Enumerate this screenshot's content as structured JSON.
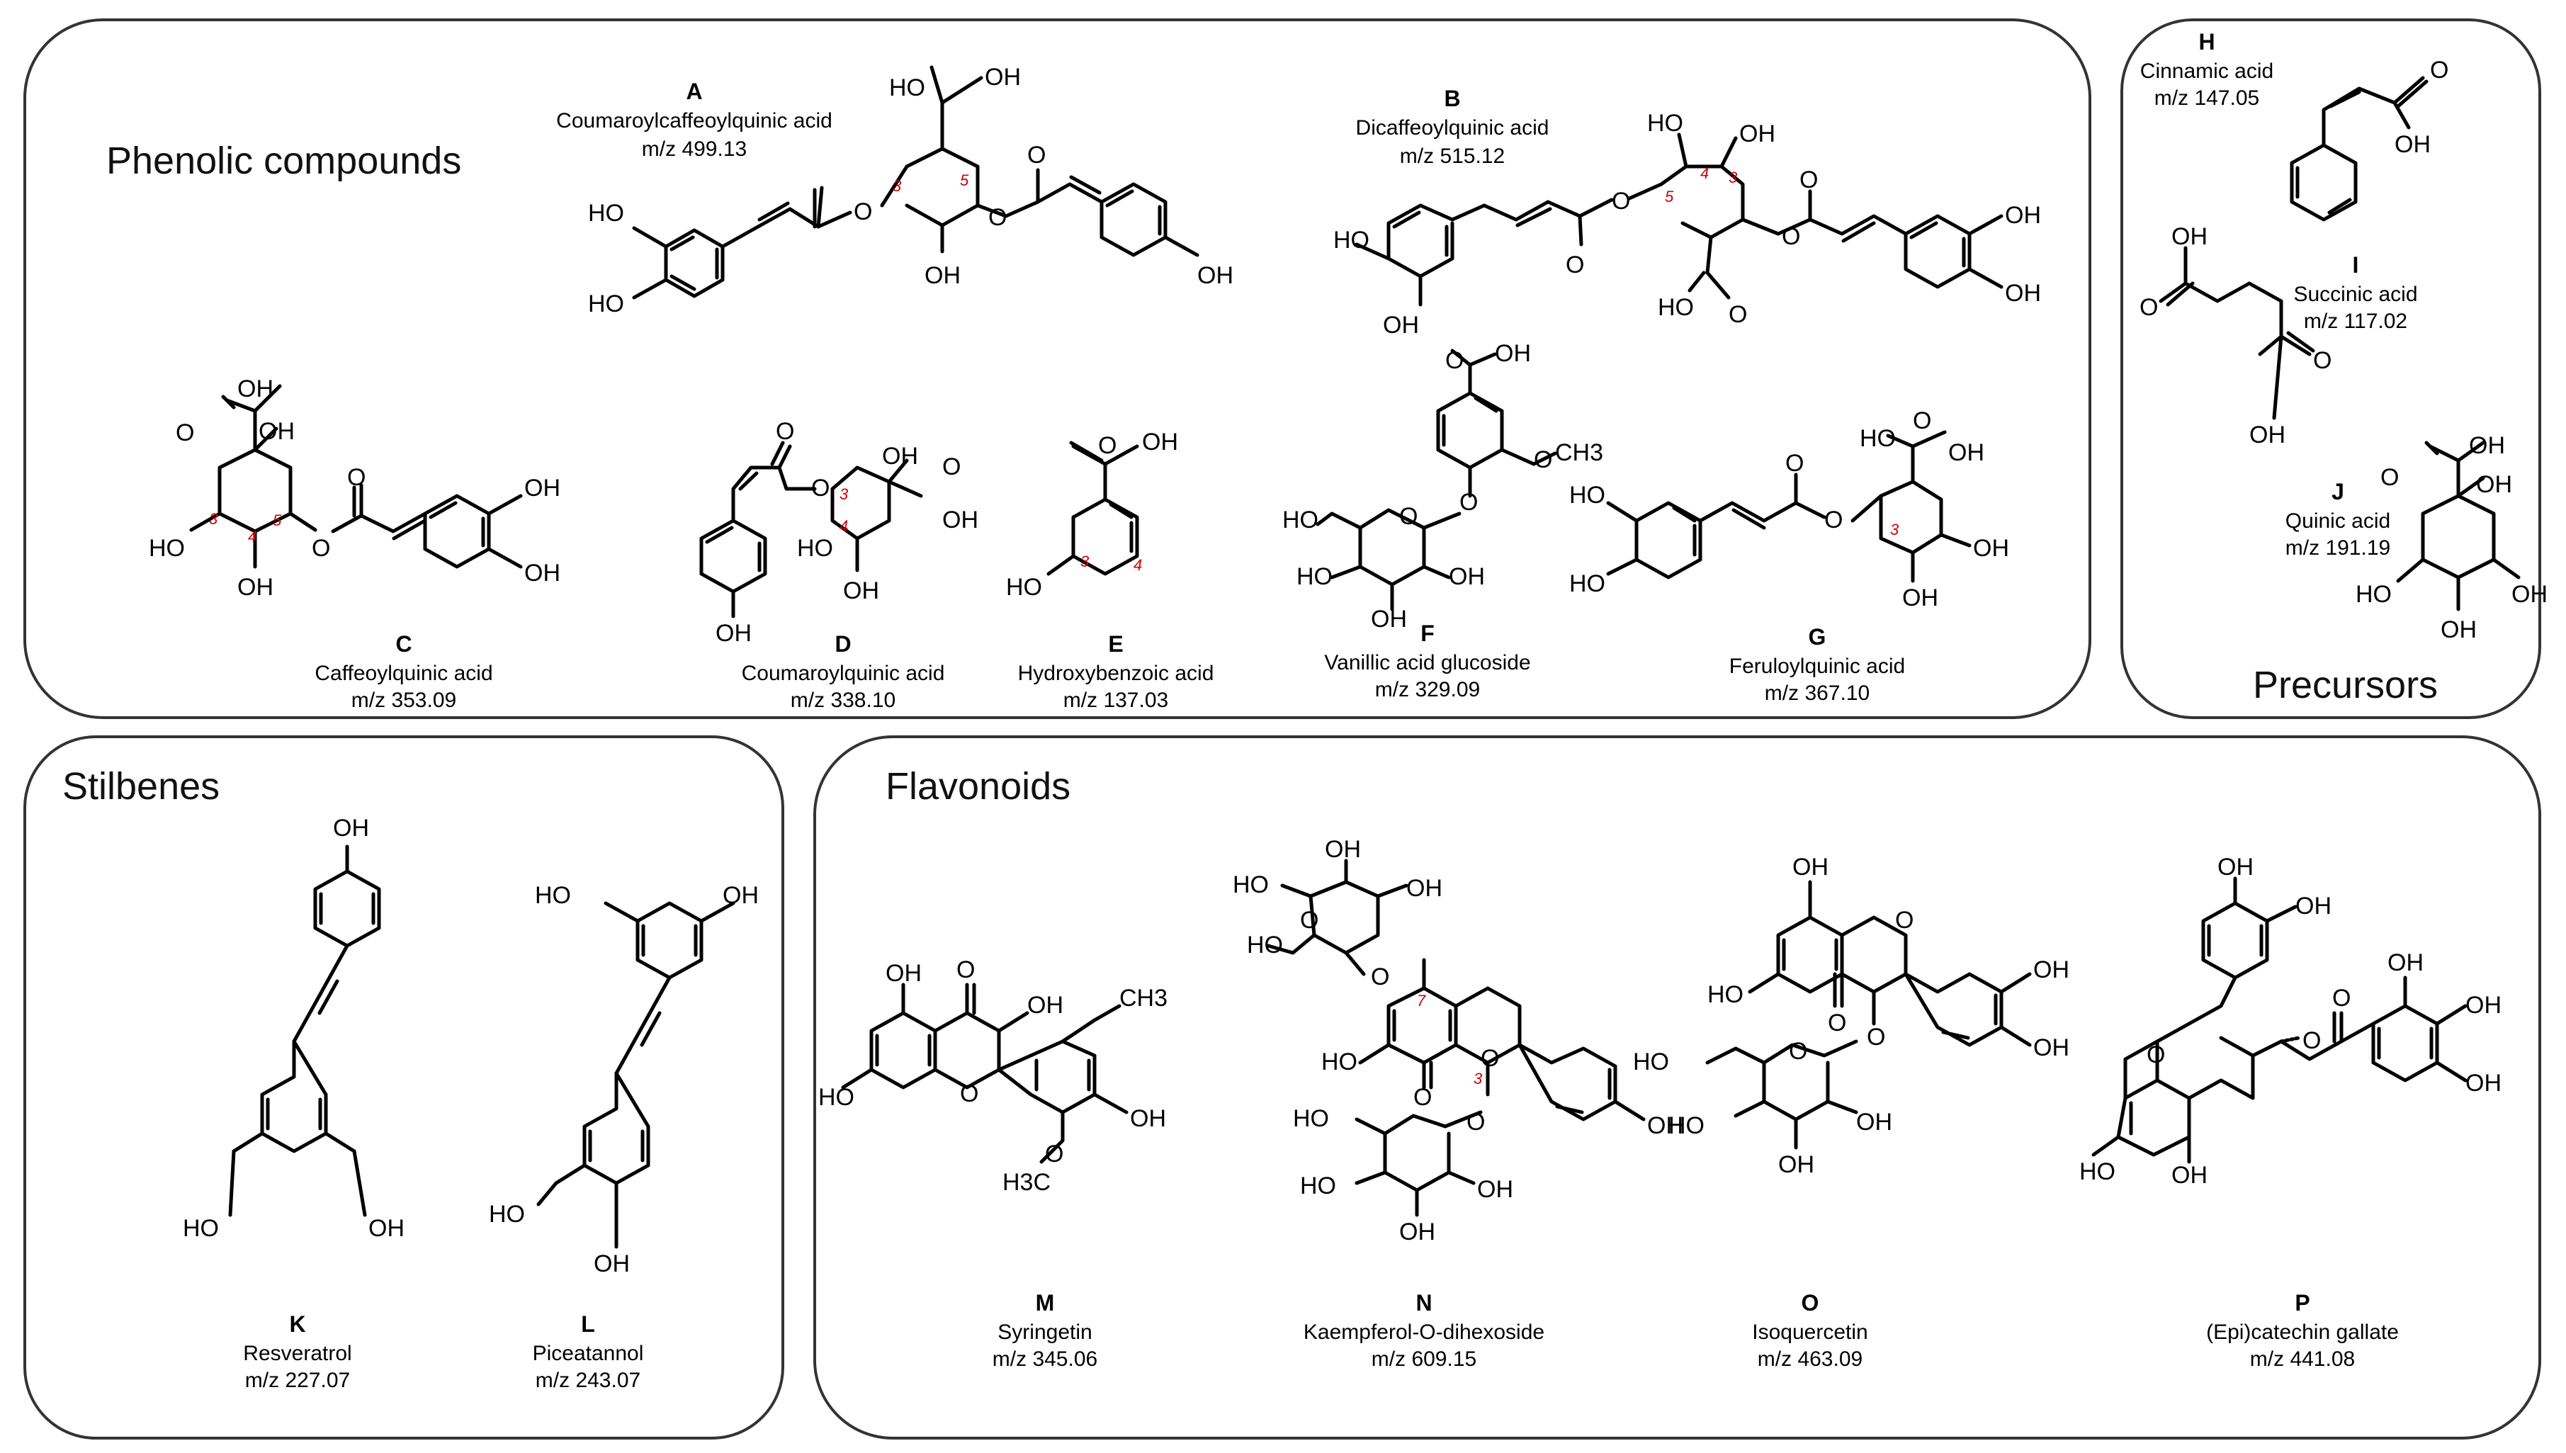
{
  "panels": {
    "phenolic": {
      "title": "Phenolic compounds"
    },
    "precursors": {
      "title": "Precursors"
    },
    "stilbenes": {
      "title": "Stilbenes"
    },
    "flavonoids": {
      "title": "Flavonoids"
    }
  },
  "compounds": {
    "A": {
      "letter": "A",
      "name": "Coumaroylcaffeoylquinic acid",
      "mz": "m/z 499.13"
    },
    "B": {
      "letter": "B",
      "name": "Dicaffeoylquinic acid",
      "mz": "m/z 515.12"
    },
    "C": {
      "letter": "C",
      "name": "Caffeoylquinic acid",
      "mz": "m/z 353.09"
    },
    "D": {
      "letter": "D",
      "name": "Coumaroylquinic  acid",
      "mz": "m/z 338.10"
    },
    "E": {
      "letter": "E",
      "name": "Hydroxybenzoic acid",
      "mz": "m/z 137.03"
    },
    "F": {
      "letter": "F",
      "name": "Vanillic acid glucoside",
      "mz": "m/z 329.09"
    },
    "G": {
      "letter": "G",
      "name": "Feruloylquinic acid",
      "mz": "m/z 367.10"
    },
    "H": {
      "letter": "H",
      "name": "Cinnamic acid",
      "mz": "m/z 147.05"
    },
    "I": {
      "letter": "I",
      "name": "Succinic acid",
      "mz": "m/z 117.02"
    },
    "J": {
      "letter": "J",
      "name": "Quinic acid",
      "mz": "m/z 191.19"
    },
    "K": {
      "letter": "K",
      "name": "Resveratrol",
      "mz": "m/z 227.07"
    },
    "L": {
      "letter": "L",
      "name": "Piceatannol",
      "mz": "m/z 243.07"
    },
    "M": {
      "letter": "M",
      "name": "Syringetin",
      "mz": "m/z 345.06"
    },
    "N": {
      "letter": "N",
      "name": "Kaempferol-O-dihexoside",
      "mz": "m/z 609.15"
    },
    "O": {
      "letter": "O",
      "name": "Isoquercetin",
      "mz": "m/z 463.09"
    },
    "P": {
      "letter": "P",
      "name": "(Epi)catechin gallate",
      "mz": "m/z 441.08"
    }
  },
  "atoms": {
    "oh": "OH",
    "ho": "HO",
    "o": "O",
    "ch3": "CH3",
    "h3c": "H3C"
  },
  "locants": {
    "l3": "3",
    "l4": "4",
    "l5": "5",
    "l7": "7"
  }
}
